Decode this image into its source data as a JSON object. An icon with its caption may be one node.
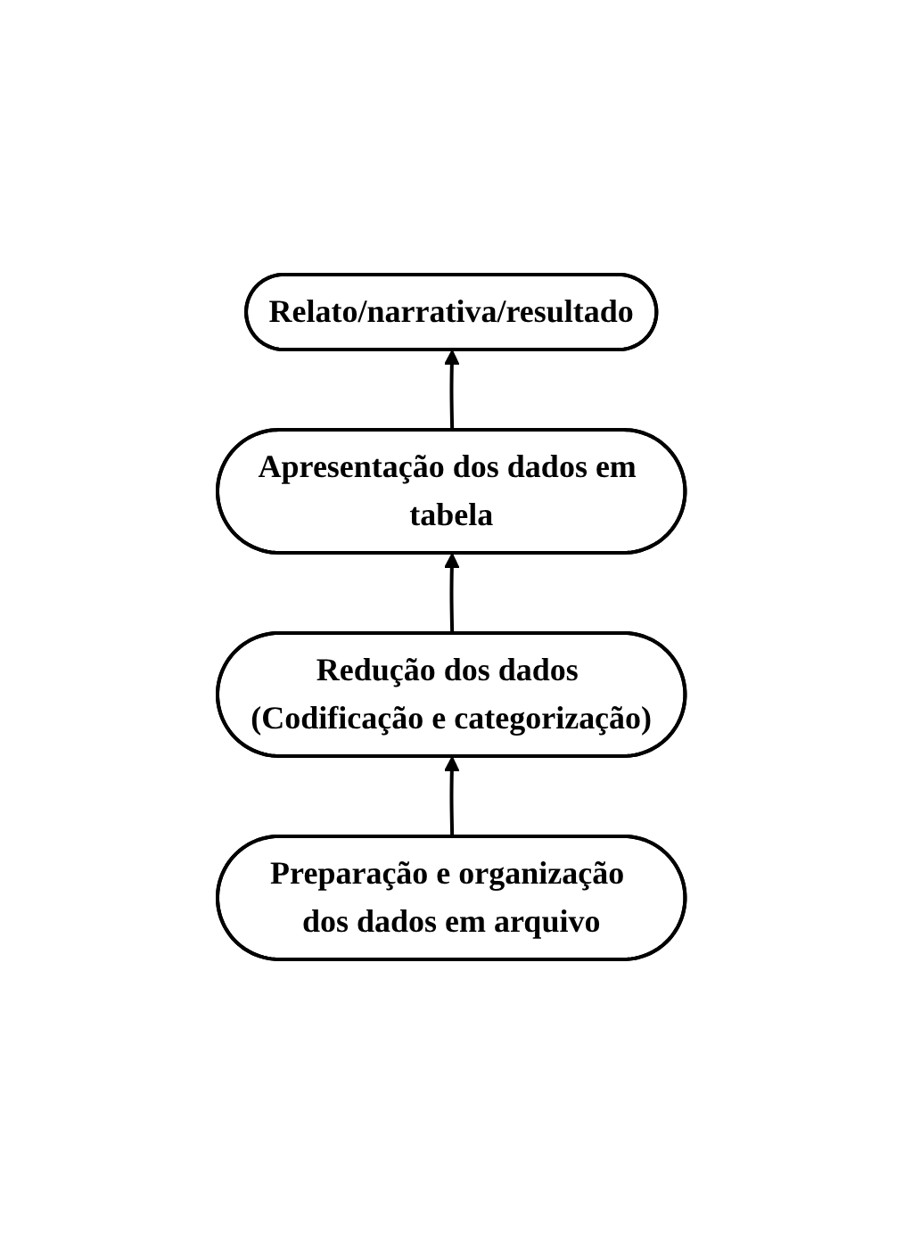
{
  "diagram": {
    "nodes": [
      {
        "text": [
          "Relato/narrativa/resultado"
        ]
      },
      {
        "text": [
          "Apresentação dos dados em tabela"
        ]
      },
      {
        "text": [
          "Redução dos dados (Codificação e categorização)"
        ]
      },
      {
        "text": [
          "Preparação e organização dos dados em arquivo"
        ]
      }
    ],
    "edges": [
      {
        "from": 3,
        "to": 2,
        "arrow": "to"
      },
      {
        "from": 2,
        "to": 1,
        "arrow": "to"
      },
      {
        "from": 1,
        "to": 0,
        "arrow": "to"
      }
    ]
  }
}
